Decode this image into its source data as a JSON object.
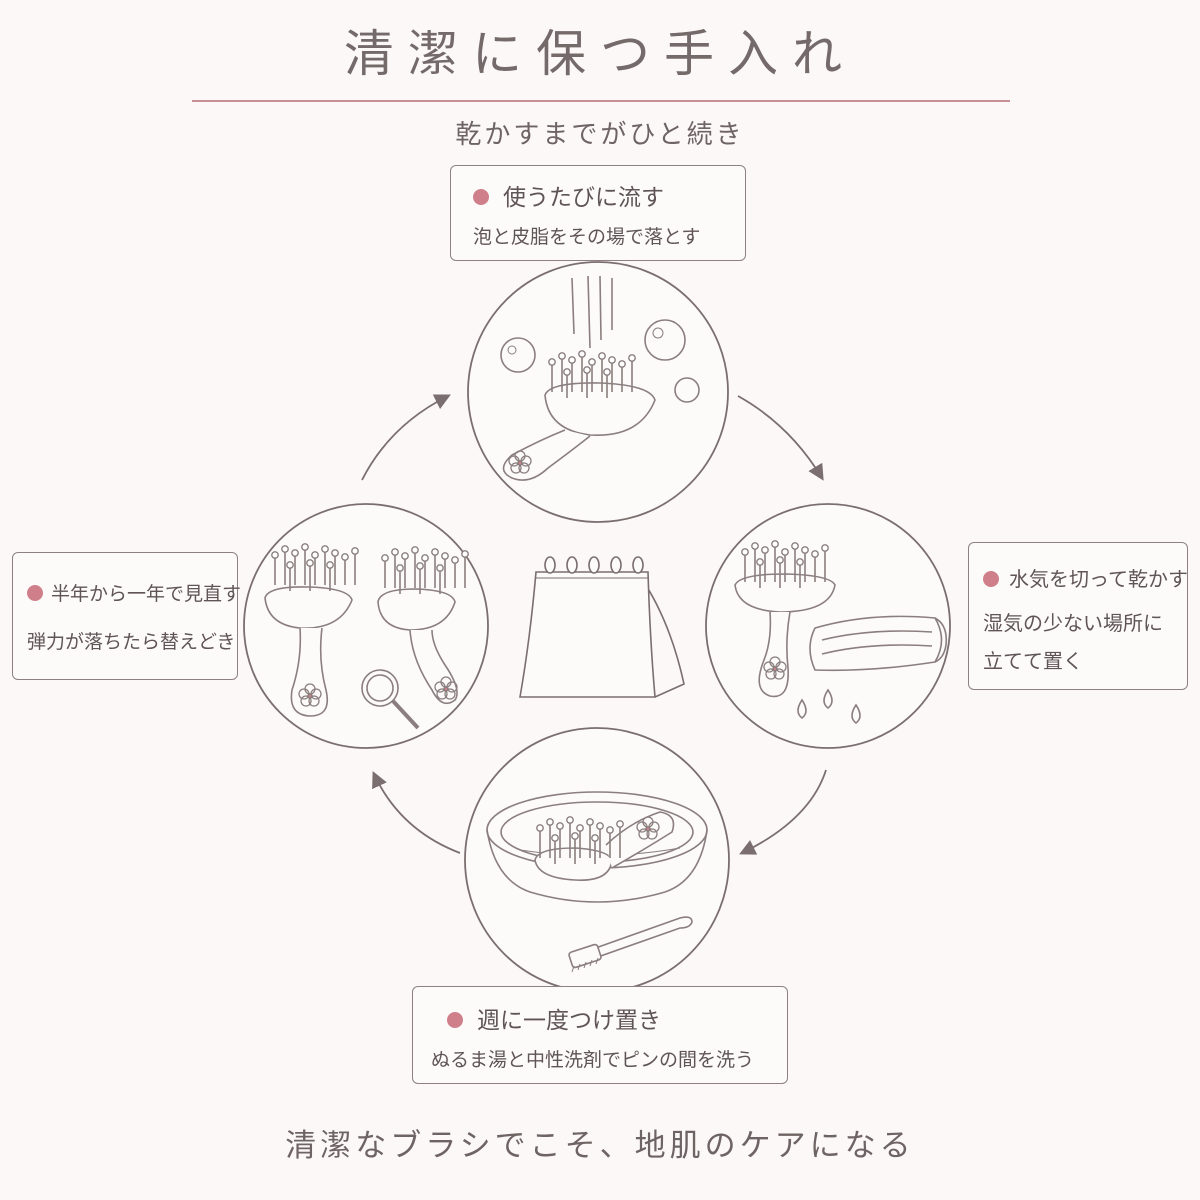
{
  "title": "清潔に保つ手入れ",
  "subtitle": "乾かすまでがひと続き",
  "steps": {
    "top": {
      "heading": "使うたびに流す",
      "detail": "泡と皮脂をその場で落とす"
    },
    "right": {
      "heading": "水気を切って乾かす",
      "detail1": "湿気の少ない場所に",
      "detail2": "立てて置く"
    },
    "bottom": {
      "heading": "週に一度つけ置き",
      "detail": "ぬるま湯と中性洗剤でピンの間を洗う"
    },
    "left": {
      "heading": "半年から一年で見直す",
      "detail": "弾力が落ちたら替えどき"
    }
  },
  "footer": "清潔なブラシでこそ、地肌のケアになる",
  "colors": {
    "accent": "#cf7f8a",
    "line": "#7a6f6e",
    "rule": "#c98f97",
    "background": "#fbf8f7"
  }
}
